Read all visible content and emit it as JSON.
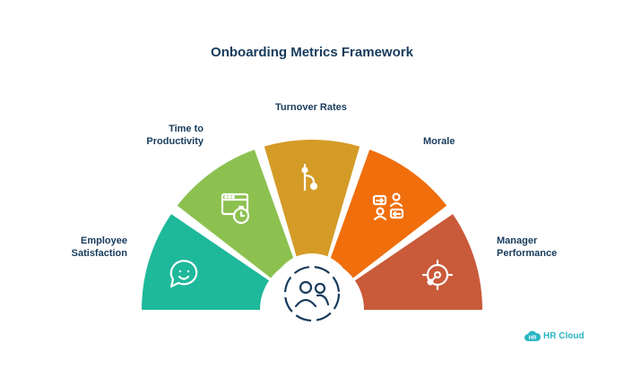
{
  "title": "Onboarding Metrics Framework",
  "segments": [
    {
      "label": "Employee\nSatisfaction",
      "color": "#1eb89a",
      "icon": "chat-smile-icon"
    },
    {
      "label": "Time to\nProductivity",
      "color": "#8cc150",
      "icon": "browser-stopwatch-icon"
    },
    {
      "label": "Turnover Rates",
      "color": "#d49b27",
      "icon": "branch-path-icon"
    },
    {
      "label": "Morale",
      "color": "#f06e0c",
      "icon": "people-exchange-icon"
    },
    {
      "label": "Manager\nPerformance",
      "color": "#c95a3a",
      "icon": "target-icon"
    }
  ],
  "center": {
    "icon": "team-people-icon",
    "ring_color": "#173b5c"
  },
  "logo": {
    "badge": "HR",
    "text": "HR Cloud"
  }
}
